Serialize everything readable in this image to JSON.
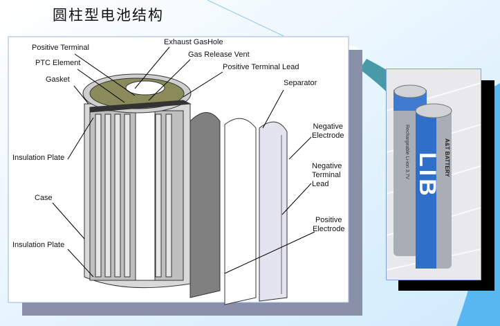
{
  "slide": {
    "title": "圆柱型电池结构"
  },
  "diagram": {
    "labels": {
      "positive_terminal": "Positive Terminal",
      "exhaust_gas_hole": "Exhaust GasHole",
      "gas_release_vent": "Gas Release Vent",
      "ptc_element": "PTC Element",
      "positive_terminal_lead": "Positive Terminal Lead",
      "gasket": "Gasket",
      "separator": "Separator",
      "negative_electrode_1": "Negative",
      "negative_electrode_2": "Electrode",
      "insulation_plate_top": "Insulation Plate",
      "negative_terminal_lead_1": "Negative",
      "negative_terminal_lead_2": "Terminal",
      "negative_terminal_lead_3": "Lead",
      "case": "Case",
      "positive_electrode_1": "Positive",
      "positive_electrode_2": "Electrode",
      "insulation_plate_bottom": "Insulation Plate"
    }
  },
  "photo": {
    "brand": "A&T BATTERY",
    "logo": "LIB",
    "spec": "Rechargeable Li-ion 3.7V"
  },
  "colors": {
    "background": "#e8f5fd",
    "accent": "#2a7fd4",
    "battery_blue": "#2f6fc8"
  }
}
